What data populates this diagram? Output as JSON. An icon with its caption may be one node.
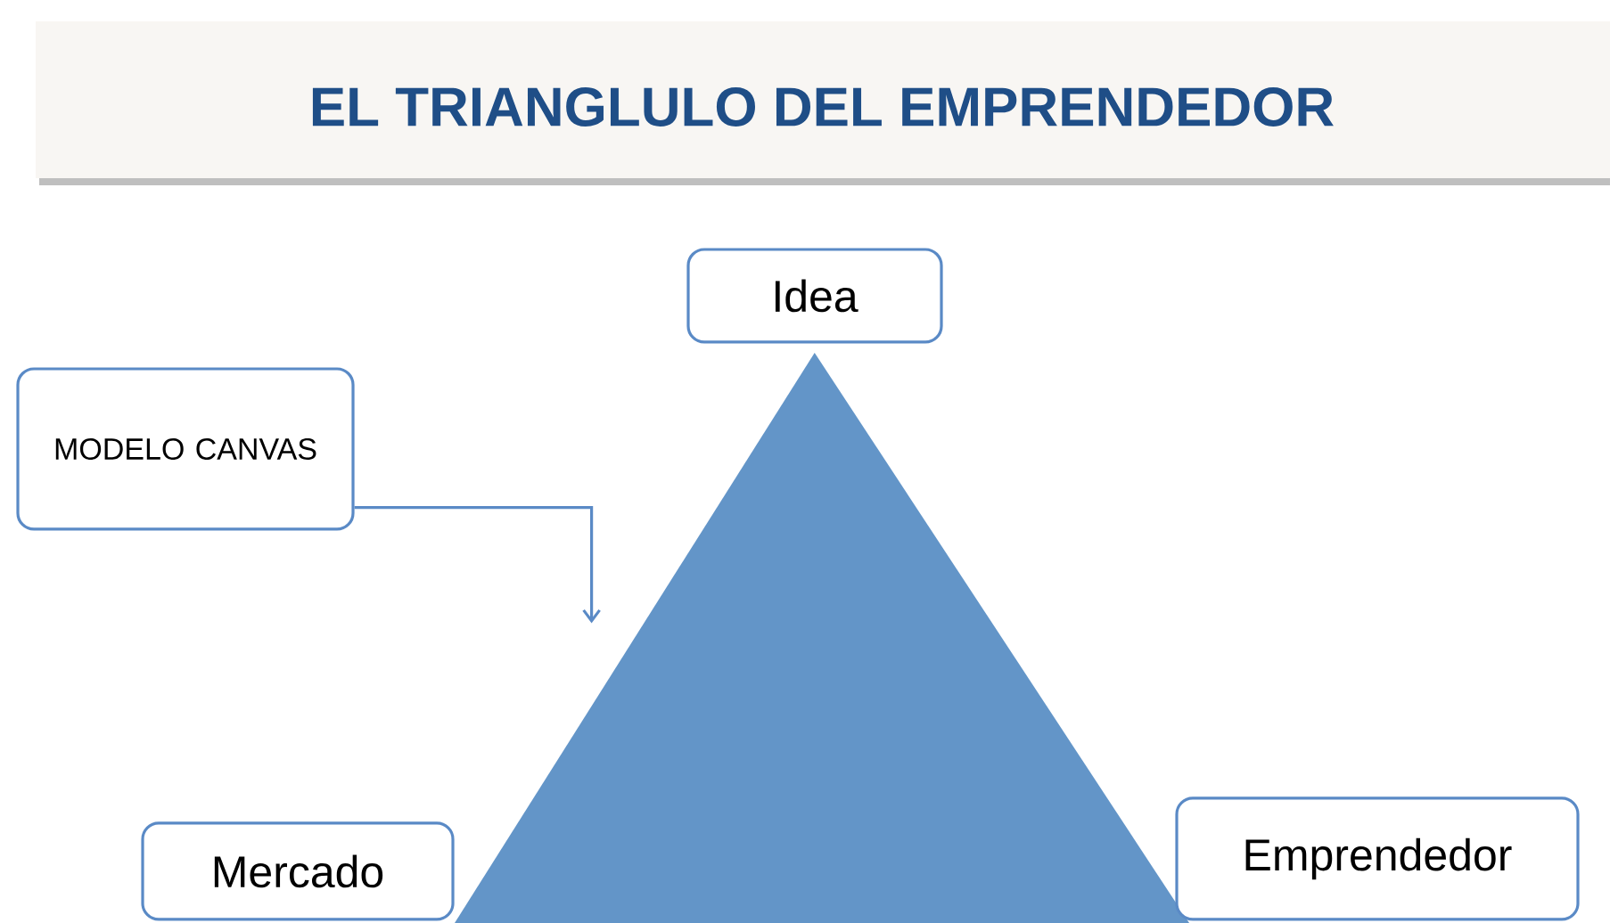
{
  "diagram": {
    "title": "EL TRIANGLULO DEL EMPRENDEDOR",
    "nodes": [
      {
        "text": [
          "Idea"
        ]
      },
      {
        "text": [
          "MODELO CANVAS"
        ]
      },
      {
        "text": [],
        "shape": "triangle"
      },
      {
        "text": [
          "Mercado"
        ]
      },
      {
        "text": [
          "Emprendedor"
        ]
      }
    ],
    "edges": [
      {
        "from": 1,
        "to": 2,
        "arrow": "to"
      }
    ]
  }
}
